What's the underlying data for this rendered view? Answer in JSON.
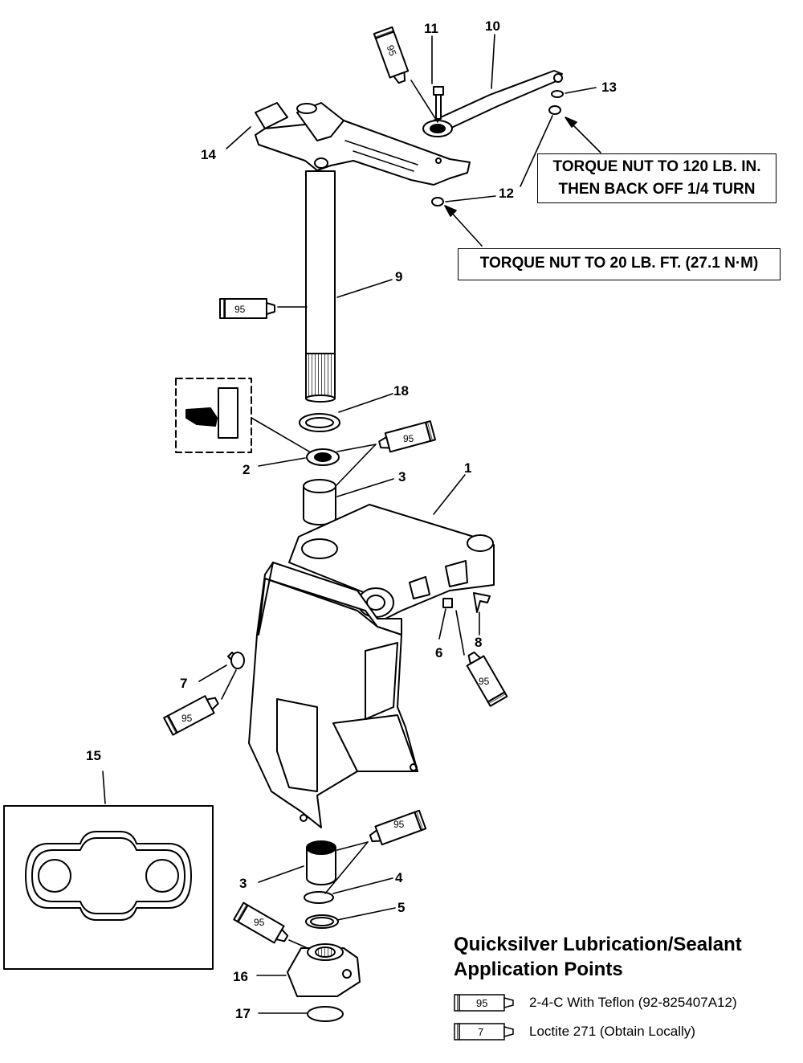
{
  "callouts": {
    "nut_13": [
      "TORQUE NUT TO 120 LB. IN.",
      "THEN BACK OFF 1/4 TURN"
    ],
    "nut_12": "TORQUE NUT TO 20 LB. FT. (27.1 N·M)"
  },
  "part_labels": {
    "p1": "1",
    "p2": "2",
    "p3a": "3",
    "p3b": "3",
    "p4": "4",
    "p5": "5",
    "p6": "6",
    "p7": "7",
    "p8": "8",
    "p9": "9",
    "p10": "10",
    "p11": "11",
    "p12": "12",
    "p13": "13",
    "p14": "14",
    "p15": "15",
    "p16": "16",
    "p17": "17",
    "p18": "18"
  },
  "tube_labels": {
    "t_top": "95",
    "t_shaft": "95",
    "t_seal": "95",
    "t_screw": "95",
    "t_bush7": "95",
    "t_lower": "95",
    "t_bottom": "95"
  },
  "legend": {
    "title_line1": "Quicksilver Lubrication/Sealant",
    "title_line2": "Application Points",
    "items": [
      {
        "code": "95",
        "text": "2-4-C  With Teflon (92-825407A12)"
      },
      {
        "code": "7",
        "text": "Loctite 271 (Obtain Locally)"
      }
    ]
  }
}
